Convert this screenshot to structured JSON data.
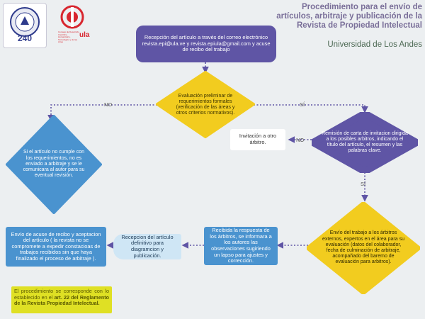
{
  "header": {
    "title": "Procedimiento para el envío de artículos, arbitraje y publicación de la Revista de Propiedad Intelectual",
    "subtitle": "Universidad de Los Andes"
  },
  "logos": {
    "left_badge_text": "240",
    "right_logo_text": "ula",
    "right_logo_caption": "Consejo de Desarrollo Científico, Humanístico, Tecnológico y de las Artes"
  },
  "nodes": {
    "start": "Recepción del artículo a través del correo electrónico revista.epi@ula.ve y revista.epiula@gmail.com y acuse de recibo del trabajo",
    "evaluation": "Evaluación preliminar de requerimientos formales (verificación de las áreas y otros criterios normativos).",
    "reject": "Si el artículo no cumple con los requerimientos, no es enviado a arbitraje y se le comunicara al autor para su eventual revisión.",
    "invite_other": "Invitación a otro árbitro.",
    "invitation": "Remisión de carta de invitacion dirigida a los posibles arbitros, indicando el título del artículo, el resumen y las palabras clave.",
    "send_to_referees": "Envío del trabajo a los árbitros externos, expertos en el área para su evaluación (datos del colaborador, fecha de culminación de arbitraje, acompañado del baremo de evaluación para arbitros).",
    "received_response": "Recibida la respuesta de los árbitros, se informara a los autores las observaciones sugiriendo un lapso para ajustes y corrección.",
    "final_reception": "Recepcion del artículo definitivo para diagramcion y publicación.",
    "acknowledgement": "Envío de acuse de recibo y aceptacion del artículo ( la revista no se compromete a expedir constacioas de trabajos recibidos sin que haya finalizado el proceso de arbitraje )."
  },
  "labels": {
    "no_left": "NO",
    "si_right": "SÍ",
    "no_invite": "NO",
    "si_down": "SÍ"
  },
  "note": {
    "text_plain": "El procedimiento se corresponde con lo establecido en el ",
    "text_bold": "art. 22 del Reglamento de la Revista Propiedad Intelectual."
  },
  "colors": {
    "purple": "#5f55a5",
    "yellow": "#f2cc1f",
    "blue": "#4a93cf",
    "light_blue": "#cfe6f5",
    "note_yellow": "#dfe024",
    "background": "#eceff1"
  }
}
